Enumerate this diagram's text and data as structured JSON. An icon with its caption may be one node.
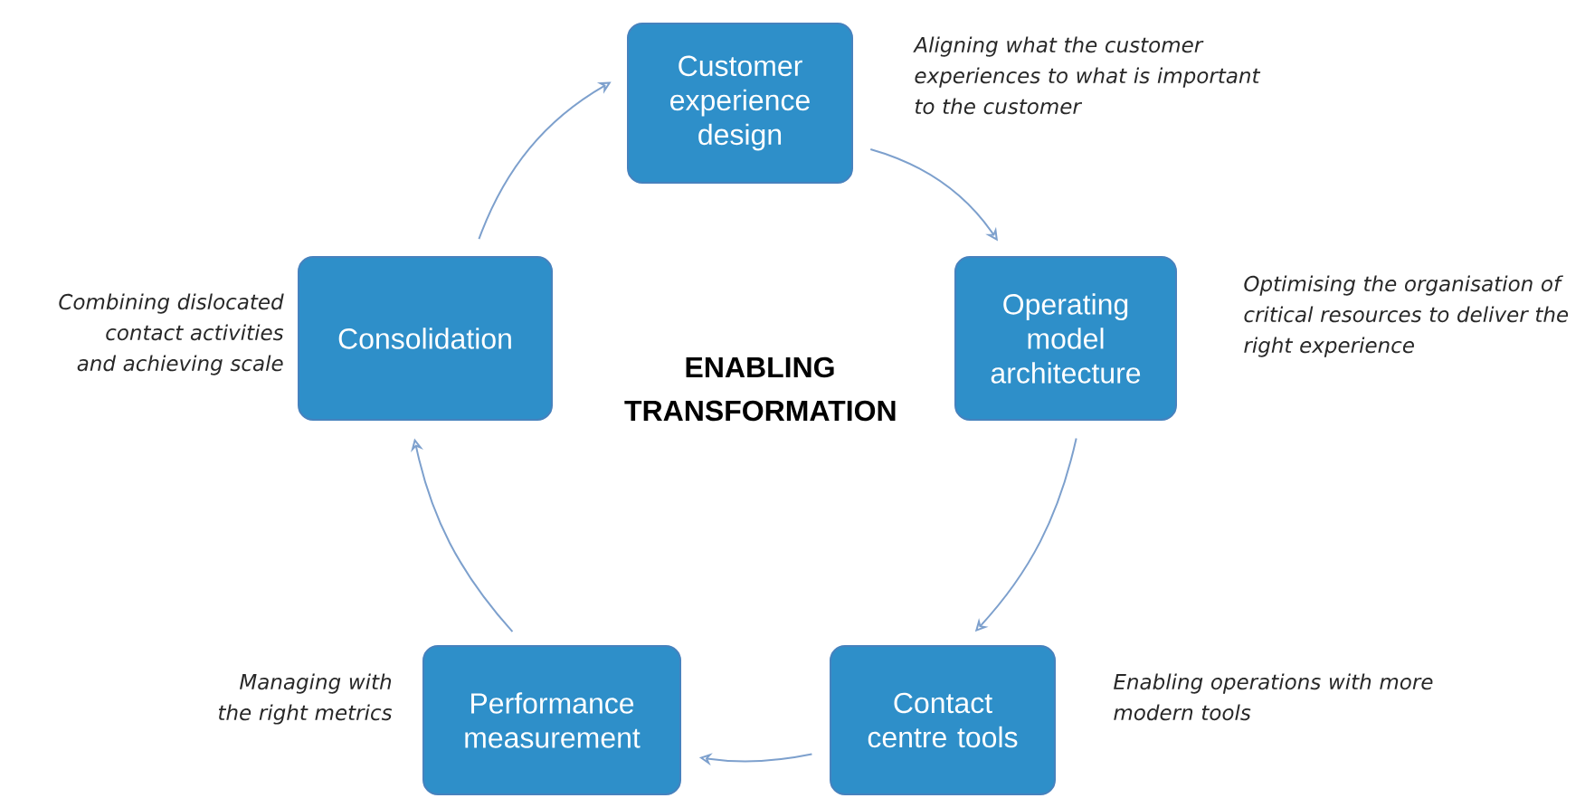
{
  "diagram": {
    "nodes": [
      {
        "text": [
          "Customer experience design"
        ],
        "beside": [
          "Aligning what the customer experiences to what is important to the customer"
        ]
      },
      {
        "text": [
          "Operating model architecture"
        ],
        "beside": [
          "Optimising the organisation of critical resources to deliver the right experience"
        ]
      },
      {
        "text": [
          "Contact centre tools"
        ],
        "beside": [
          "Enabling operations with more modern tools"
        ]
      },
      {
        "text": [
          "Performance measurement"
        ],
        "beside": [
          "Managing with the right metrics"
        ]
      },
      {
        "text": [
          "Consolidation"
        ],
        "beside": [
          "Combining dislocated contact activities and achieving scale"
        ]
      }
    ],
    "edges": [
      {
        "from": 0,
        "to": 1,
        "arrow": "to"
      },
      {
        "from": 1,
        "to": 2,
        "arrow": "to"
      },
      {
        "from": 2,
        "to": 3,
        "arrow": "to"
      },
      {
        "from": 3,
        "to": 4,
        "arrow": "to"
      },
      {
        "from": 4,
        "to": 0,
        "arrow": "to"
      }
    ],
    "labels": [
      "ENABLING TRANSFORMATION"
    ]
  }
}
